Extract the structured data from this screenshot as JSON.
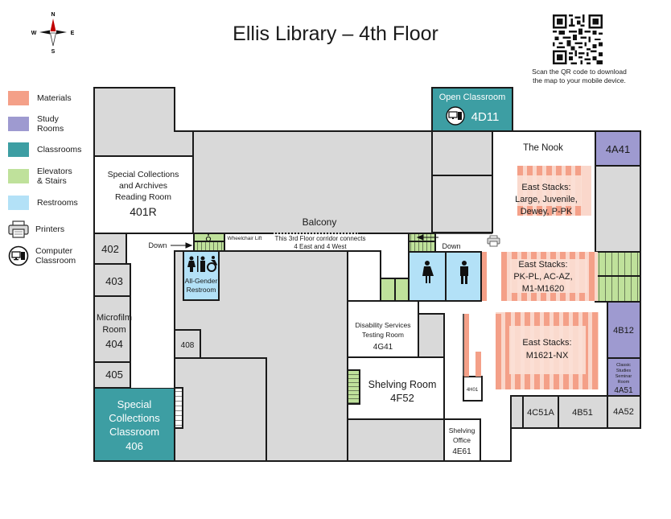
{
  "header": {
    "title": "Ellis Library – 4th Floor",
    "qr_caption_line1": "Scan the QR code to download",
    "qr_caption_line2": "the map to your mobile device."
  },
  "compass": {
    "n": "N",
    "s": "S",
    "e": "E",
    "w": "W"
  },
  "colors": {
    "materials": "#f4a088",
    "study_rooms": "#9e9ad0",
    "classrooms": "#3d9ea3",
    "elevators_stairs": "#bfe19b",
    "restrooms": "#b3e1f7",
    "gray_room": "#d9d9d9",
    "wall": "#1a1a1a"
  },
  "legend": {
    "items": [
      {
        "label": "Materials",
        "key": "materials"
      },
      {
        "label": "Study Rooms",
        "line1": "Study",
        "line2": "Rooms",
        "key": "study_rooms"
      },
      {
        "label": "Classrooms",
        "key": "classrooms"
      },
      {
        "label": "Elevators & Stairs",
        "line1": "Elevators",
        "line2": "& Stairs",
        "key": "elevators_stairs"
      },
      {
        "label": "Restrooms",
        "key": "restrooms"
      },
      {
        "label": "Printers",
        "icon": "printer-icon"
      },
      {
        "label": "Computer Classroom",
        "line1": "Computer",
        "line2": "Classroom",
        "icon": "computer-classroom-icon"
      }
    ]
  },
  "rooms": {
    "open_classroom": {
      "name": "Open Classroom",
      "number": "4D11"
    },
    "reading_room": {
      "line1": "Special Collections",
      "line2": "and Archives",
      "line3": "Reading Room",
      "number": "401R"
    },
    "balcony": "Balcony",
    "wheelchair_lift": "Wheelchair Lift",
    "corridor_note_line1": "This 3rd Floor corridor connects",
    "corridor_note_line2": "4 East and 4 West",
    "down_left": "Down",
    "down_right": "Down",
    "all_gender_line1": "All-Gender",
    "all_gender_line2": "Restroom",
    "r402": "402",
    "r403": "403",
    "microfilm_line1": "Microfilm",
    "microfilm_line2": "Room",
    "r404": "404",
    "r405": "405",
    "r408": "408",
    "sc_classroom_line1": "Special",
    "sc_classroom_line2": "Collections",
    "sc_classroom_line3": "Classroom",
    "sc_classroom_number": "406",
    "the_nook": "The Nook",
    "r4a41": "4A41",
    "east_stacks_1": {
      "line1": "East Stacks:",
      "line2": "Large, Juvenile,",
      "line3": "Dewey, P-PK"
    },
    "east_stacks_2": {
      "line1": "East Stacks:",
      "line2": "PK-PL, AC-AZ,",
      "line3": "M1-M1620"
    },
    "east_stacks_3": {
      "line1": "East Stacks:",
      "line2": "M1621-NX"
    },
    "disability_line1": "Disability Services",
    "disability_line2": "Testing Room",
    "disability_number": "4G41",
    "shelving_room": "Shelving Room",
    "shelving_room_number": "4F52",
    "r4h01": "4H01",
    "shelving_office_line1": "Shelving",
    "shelving_office_line2": "Office",
    "shelving_office_number": "4E61",
    "r4b12": "4B12",
    "classic_line1": "Classic",
    "classic_line2": "Studies",
    "classic_line3": "Seminar",
    "classic_line4": "Room",
    "r4a51": "4A51",
    "r4c51a": "4C51A",
    "r4b51": "4B51",
    "r4a52": "4A52"
  }
}
